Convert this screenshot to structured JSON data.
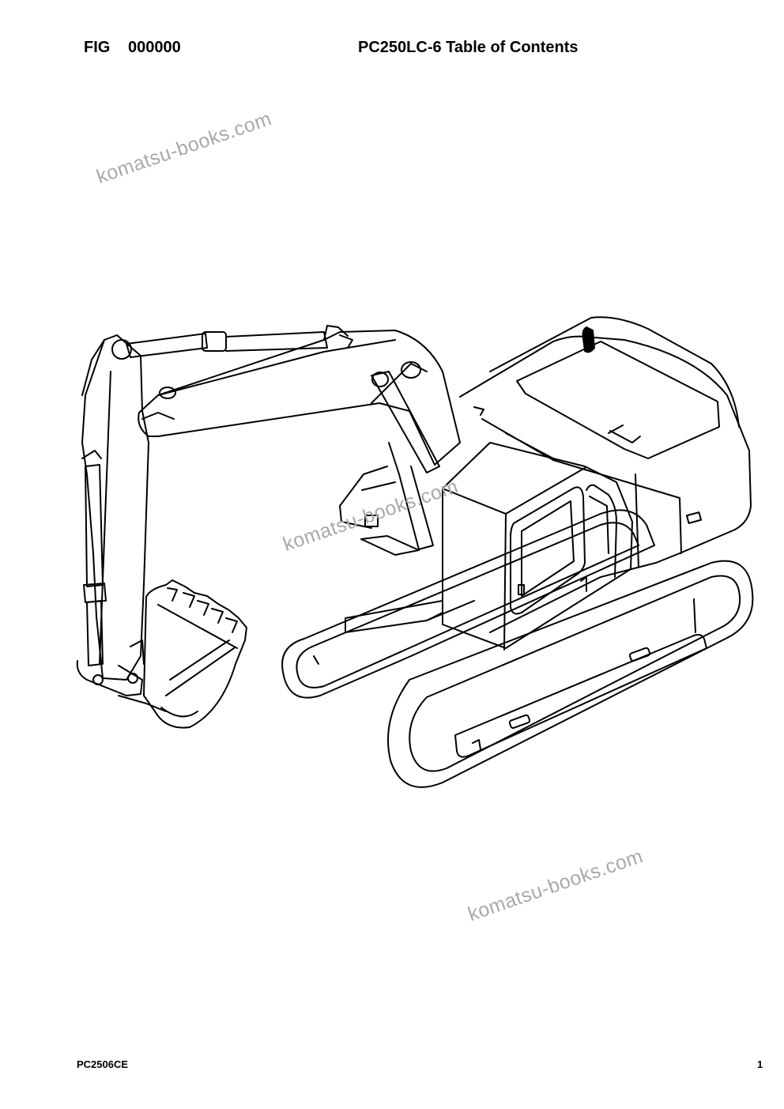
{
  "header": {
    "fig_label": "FIG",
    "fig_number": "000000",
    "title": "PC250LC-6 Table of Contents"
  },
  "watermark": {
    "text": "komatsu-books.com",
    "color": "#a9a9a9"
  },
  "figure": {
    "subject": "hydraulic-excavator-line-drawing"
  },
  "footer": {
    "doc_code": "PC2506CE",
    "page_number": "1"
  }
}
